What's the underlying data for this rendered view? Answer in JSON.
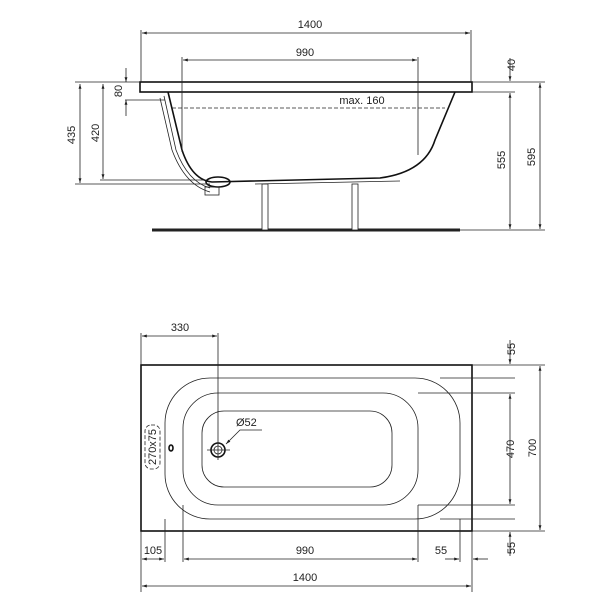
{
  "side_view": {
    "dim_length_total": "1400",
    "dim_inner_length": "990",
    "dim_rim": "40",
    "dim_overflow": "80",
    "dim_height_435": "435",
    "dim_height_420": "420",
    "dim_height_555": "555",
    "dim_height_595": "595",
    "water_level": "max. 160"
  },
  "top_view": {
    "dim_drain_offset": "330",
    "drain_diameter": "Ø52",
    "panel_cutout": "270x75",
    "dim_left_105": "105",
    "dim_inner_length": "990",
    "dim_right_55": "55",
    "dim_length_total": "1400",
    "dim_top_55": "55",
    "dim_inner_width": "470",
    "dim_bottom_55": "55",
    "dim_width_total": "700"
  },
  "colors": {
    "line": "#222222",
    "background": "#ffffff"
  }
}
